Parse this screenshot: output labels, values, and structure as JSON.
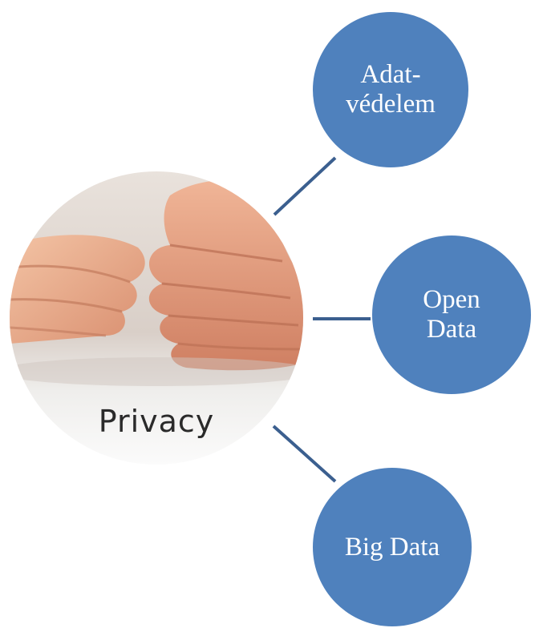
{
  "diagram": {
    "center": {
      "image_caption": "Privacy"
    },
    "nodes": [
      {
        "label": "Adat-\nvédelem"
      },
      {
        "label": "Open\nData"
      },
      {
        "label": "Big Data"
      }
    ],
    "colors": {
      "node_fill": "#4f81bd",
      "node_text": "#ffffff",
      "connector": "#3b5f8f"
    }
  }
}
